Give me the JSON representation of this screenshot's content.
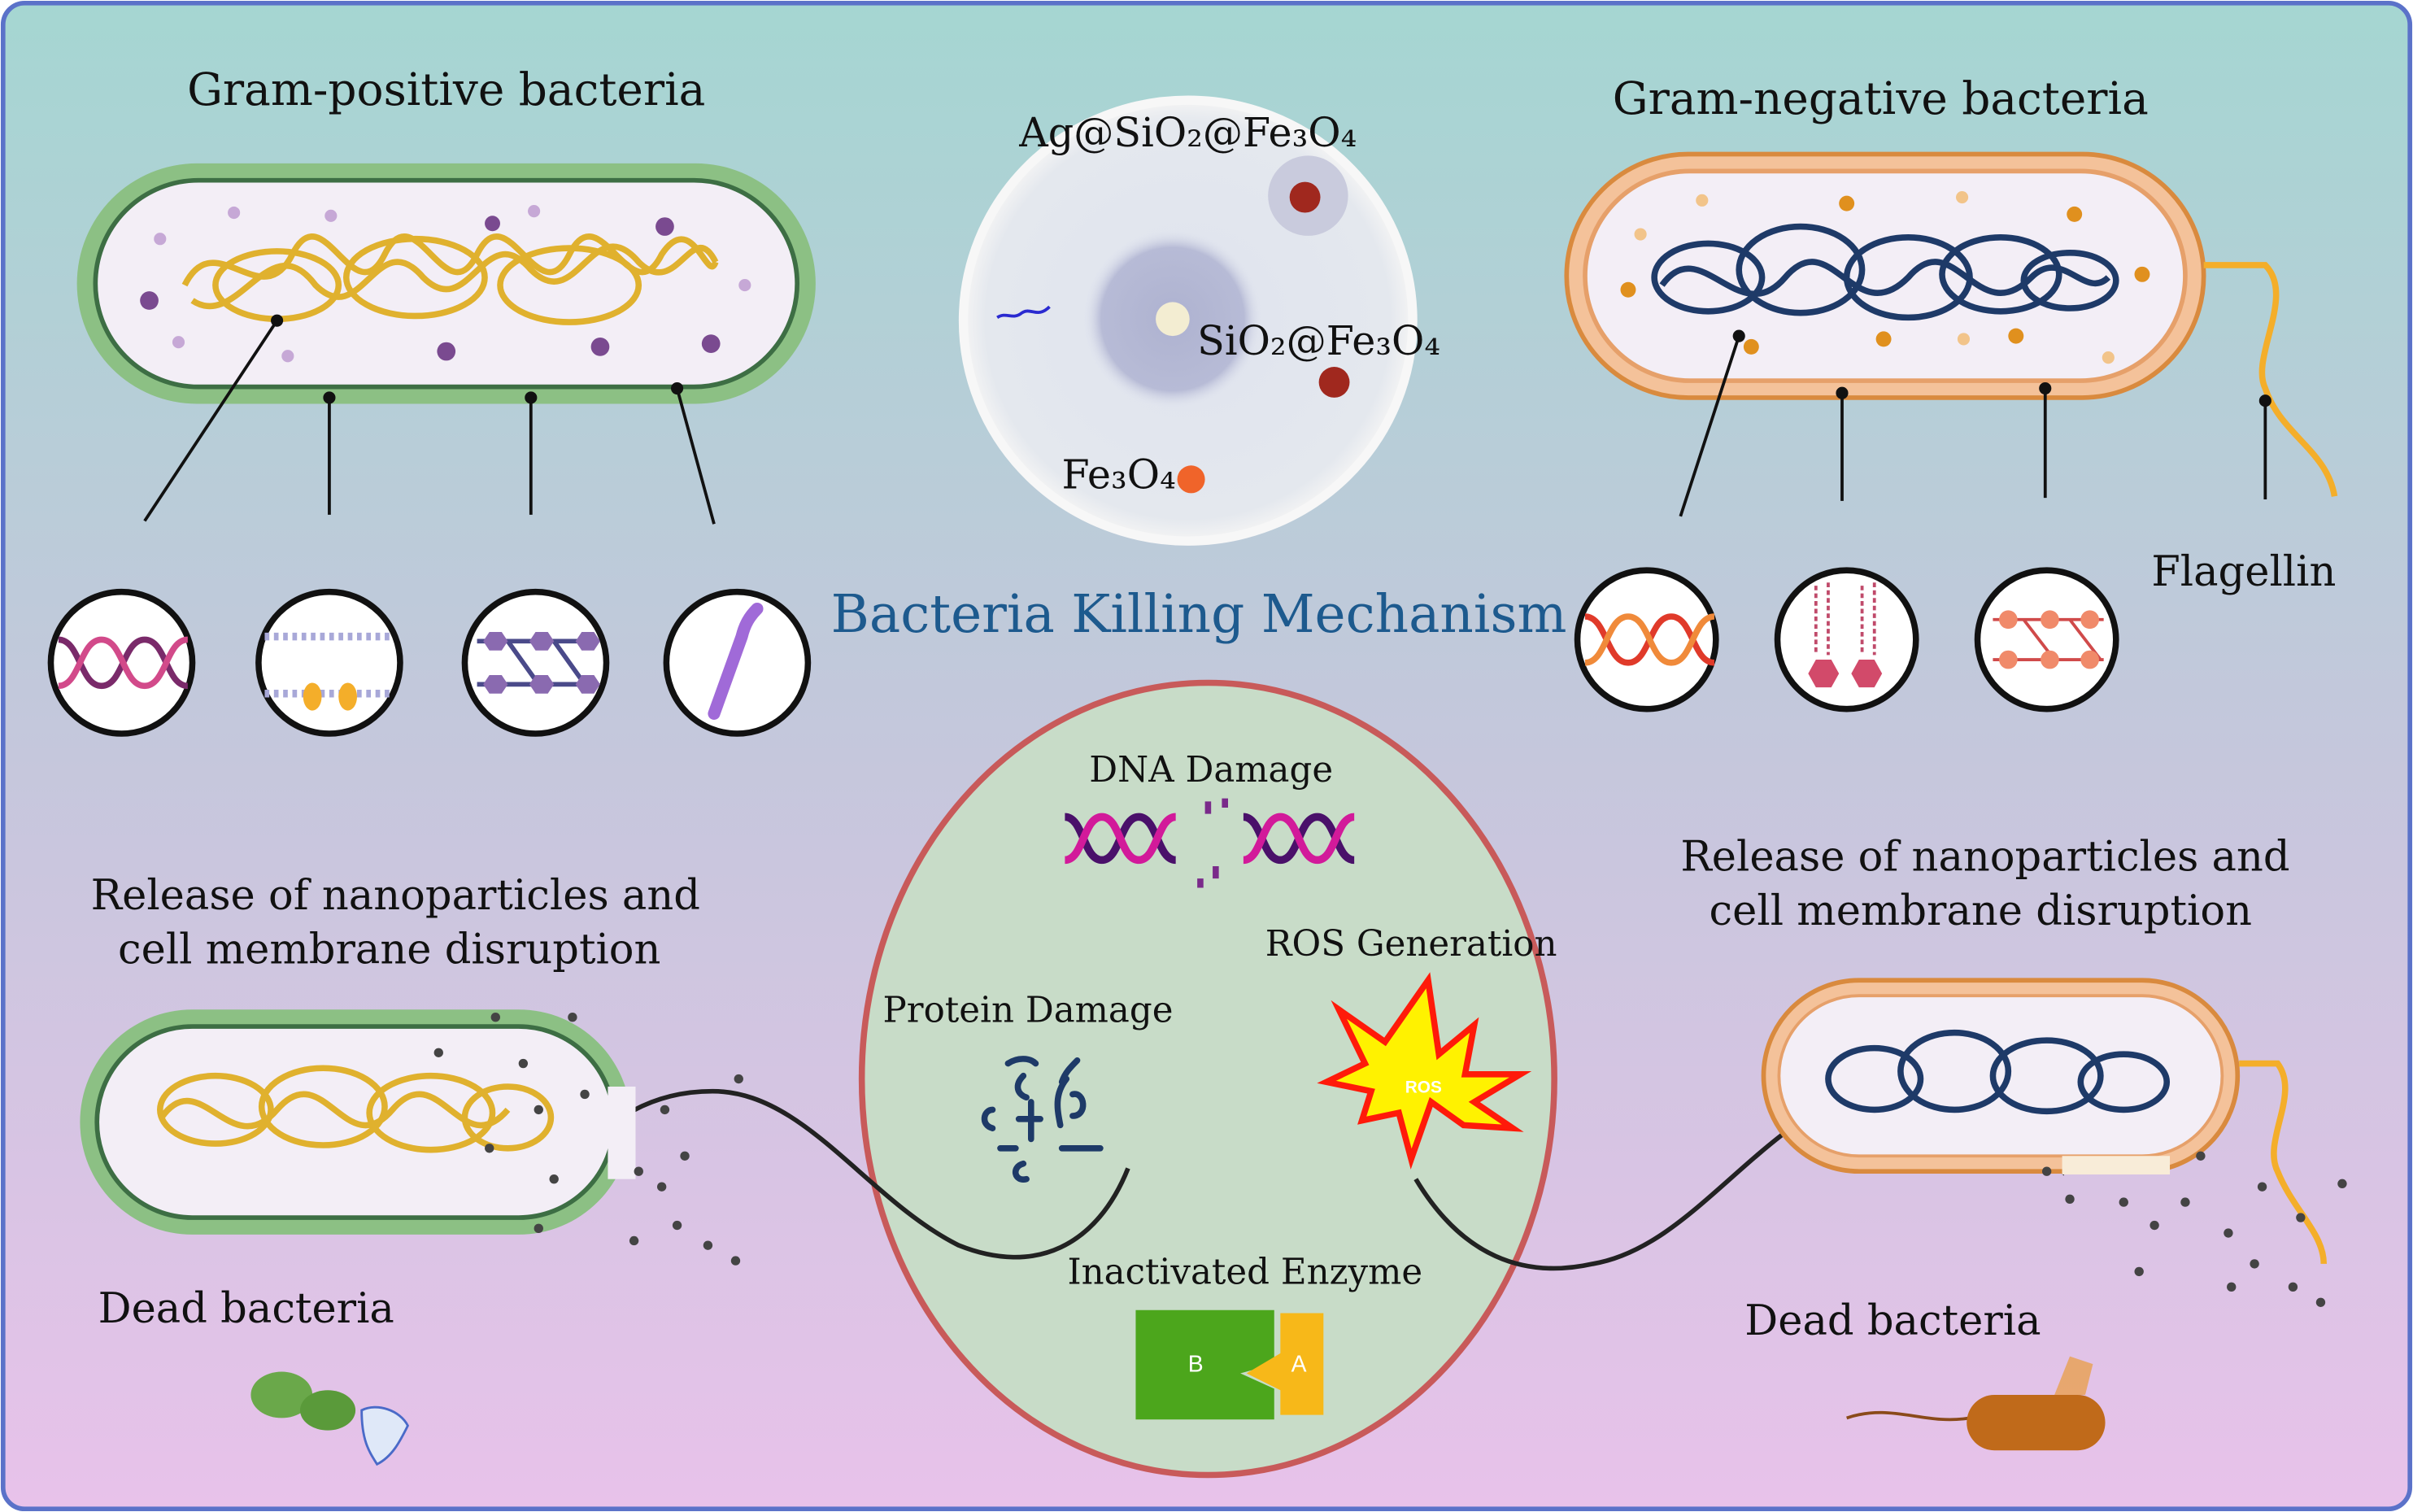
{
  "title": "Bacteria Killing Mechanism",
  "gram_positive": {
    "label": "Gram-positive bacteria",
    "release_line1": "Release of nanoparticles and",
    "release_line2": "cell membrane disruption",
    "dead_label": "Dead bacteria"
  },
  "gram_negative": {
    "label": "Gram-negative bacteria",
    "flagellin_label": "Flagellin",
    "release_line1": "Release of nanoparticles and",
    "release_line2": "cell membrane disruption",
    "dead_label": "Dead bacteria"
  },
  "petri_dish": {
    "sample1": "Ag@SiO₂@Fe₃O₄",
    "sample2": "SiO₂@Fe₃O₄",
    "sample3": "Fe₃O₄"
  },
  "mechanisms": {
    "dna": "DNA Damage",
    "ros": "ROS Generation",
    "ros_badge": "ROS",
    "protein": "Protein Damage",
    "enzyme": "Inactivated Enzyme",
    "enzyme_b": "B",
    "enzyme_a": "A"
  },
  "colors": {
    "bg_top": "#a5d6d2",
    "bg_bottom": "#e8c2ea",
    "title": "#1d5a8e",
    "border": "#5b72c9",
    "gram_pos_wall": "#8cc084",
    "gram_neg_wall": "#e6a06a",
    "mechanism_fill": "#c8dcc8",
    "mechanism_stroke": "#c85a5a"
  }
}
